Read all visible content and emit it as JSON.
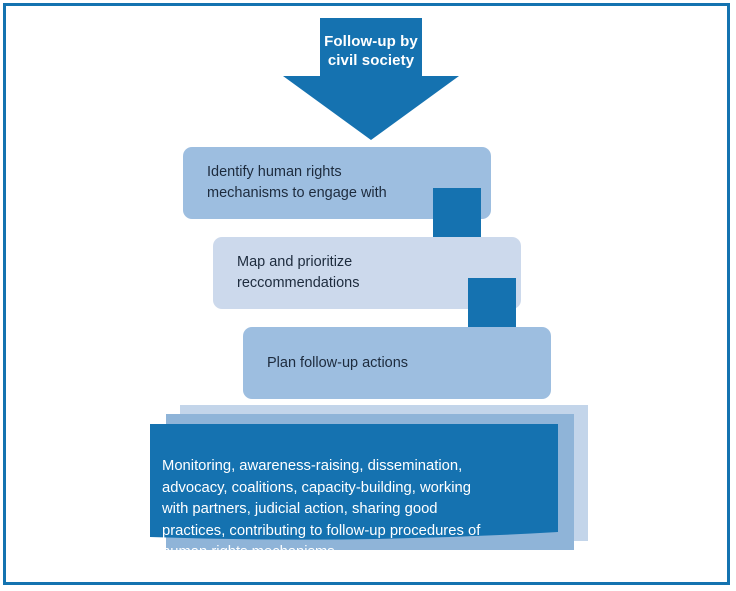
{
  "frame": {
    "border_color": "#1473b0",
    "background_color": "#ffffff"
  },
  "palette": {
    "primary_blue": "#1572b0",
    "box_medium_blue": "#9dbee0",
    "box_light_blue": "#ccd9ec",
    "stack_back_blue": "#c3d5ea",
    "stack_mid_blue": "#8fb4d8",
    "text_dark": "#1d2b3d",
    "text_light": "#ffffff"
  },
  "header_arrow": {
    "label": "Follow-up\nby civil\nsociety",
    "icon": "down-arrow-icon",
    "fill": "#1572b0"
  },
  "steps": [
    {
      "id": "identify-mechanisms",
      "text": "Identify human rights\nmechanisms to engage with",
      "fill": "#9dbee0"
    },
    {
      "id": "map-prioritize",
      "text": "Map and prioritize\nreccommendations",
      "fill": "#ccd9ec"
    },
    {
      "id": "plan-actions",
      "text": "Plan follow-up actions",
      "fill": "#9dbee0"
    }
  ],
  "connectors": [
    {
      "id": "connector-1",
      "icon": "down-arrow-icon",
      "fill": "#1572b0"
    },
    {
      "id": "connector-2",
      "icon": "down-arrow-icon",
      "fill": "#1572b0"
    }
  ],
  "outcome_card": {
    "text": "Monitoring,  awareness-raising, dissemination,\nadvocacy, coalitions,  capacity-building, working\nwith partners, judicial action, sharing good\npractices, contributing to follow-up procedures of\nhuman rights mechanisms",
    "fill": "#1572b0",
    "layers": 3
  }
}
